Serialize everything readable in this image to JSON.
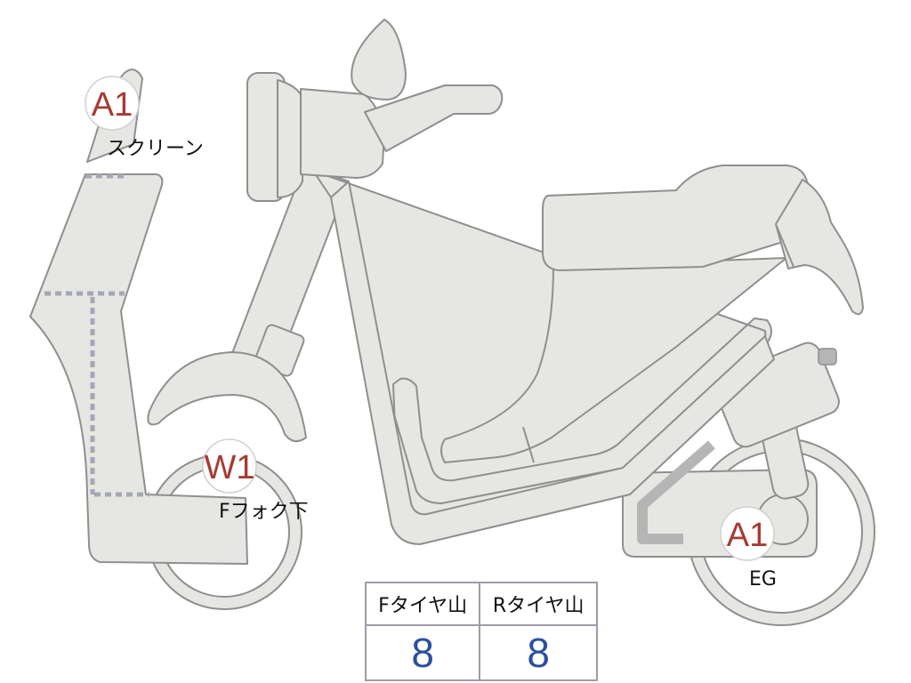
{
  "colors": {
    "body_fill": "#e6e6e3",
    "outline": "#8f8f8f",
    "damage_code": "#a83a33",
    "tread_value": "#2c4fa0",
    "dotted_marks": "#a4a8b4"
  },
  "markers": [
    {
      "code": "A1",
      "label": "スクリーン"
    },
    {
      "code": "W1",
      "label": "Fフォク下"
    },
    {
      "code": "A1",
      "label": "EG"
    }
  ],
  "tire_table": {
    "headers": [
      "Fタイヤ山",
      "Rタイヤ山"
    ],
    "values": [
      "8",
      "8"
    ]
  }
}
